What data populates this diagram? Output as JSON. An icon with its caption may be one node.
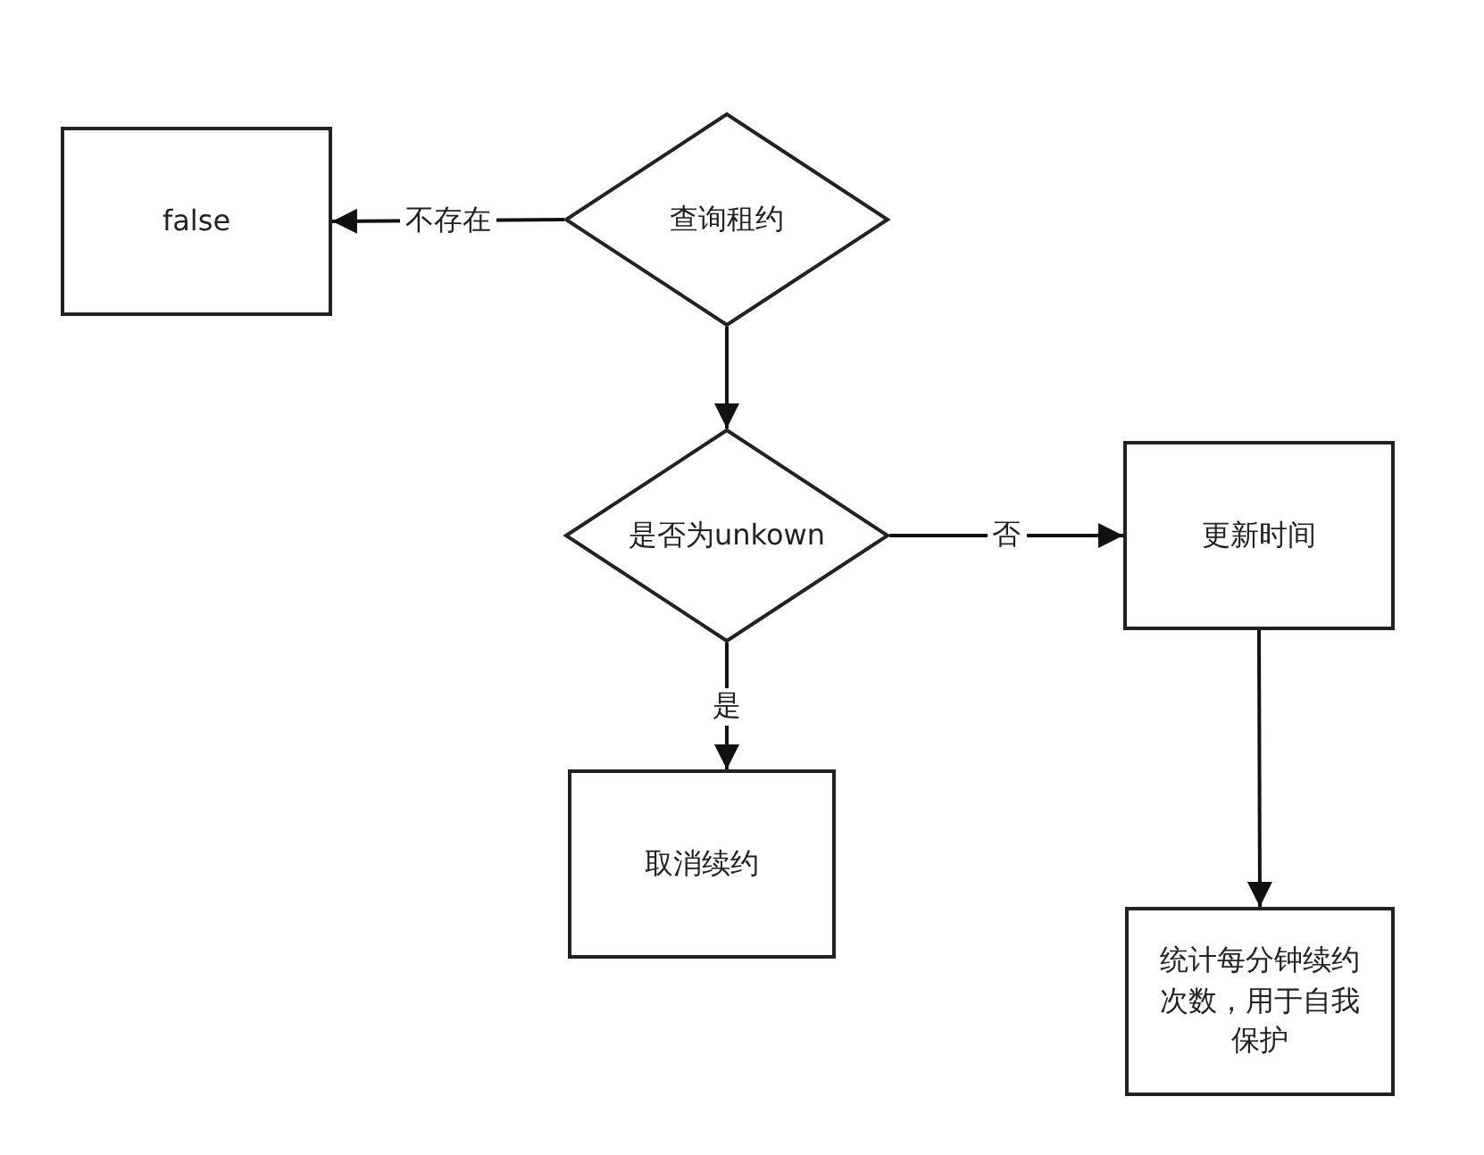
{
  "diagram": {
    "nodes": [
      {
        "text": [
          "false"
        ]
      },
      {
        "text": [
          "查询租约"
        ]
      },
      {
        "text": [
          "是否为unkown"
        ]
      },
      {
        "text": [
          "更新时间"
        ]
      },
      {
        "text": [
          "取消续约"
        ]
      },
      {
        "text": [
          "统计每分钟续约次数，用于自我保护"
        ]
      }
    ],
    "edges": [
      {
        "from": 1,
        "to": 0,
        "arrow": "to",
        "label": "不存在"
      },
      {
        "from": 1,
        "to": 2,
        "arrow": "to"
      },
      {
        "from": 2,
        "to": 3,
        "arrow": "to",
        "label": "否"
      },
      {
        "from": 2,
        "to": 4,
        "arrow": "to",
        "label": "是"
      },
      {
        "from": 3,
        "to": 5,
        "arrow": "to"
      }
    ]
  }
}
